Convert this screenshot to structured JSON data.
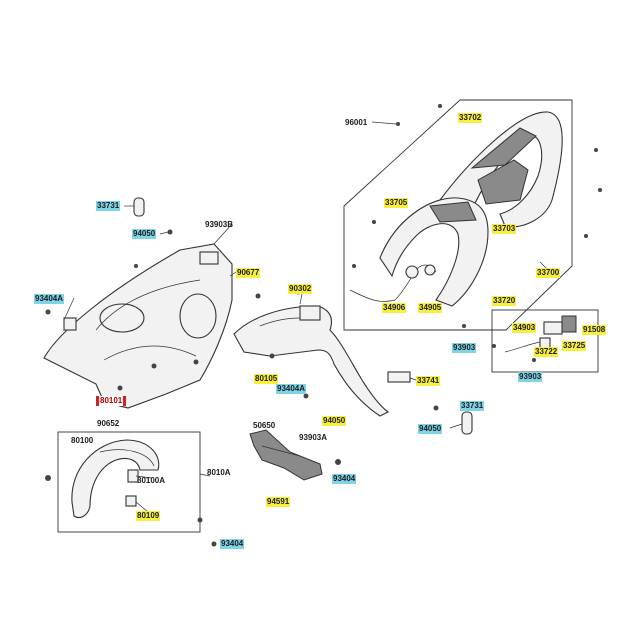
{
  "labels": {
    "l96001": "96001",
    "l33702": "33702",
    "l33731a": "33731",
    "l94050a": "94050",
    "l93903b": "93903B",
    "l33705": "33705",
    "l33703": "33703",
    "l90677": "90677",
    "l33700": "33700",
    "l93404a": "93404A",
    "l90302": "90302",
    "l34906": "34906",
    "l34905": "34905",
    "l33720": "33720",
    "l34903": "34903",
    "l91508": "91508",
    "l93903a": "93903",
    "l33722": "33722",
    "l33725": "33725",
    "l80105": "80105",
    "l93404a2": "93404A",
    "l33741": "33741",
    "l93903b2": "93903",
    "l80101": "80101",
    "l90652": "90652",
    "l94050b": "94050",
    "l33731b": "33731",
    "l94050c": "94050",
    "l80100": "80100",
    "l50650": "50650",
    "l93903a3": "93903A",
    "l8010a": "8010A",
    "l93404b": "93404",
    "l80100a": "80100A",
    "l94591": "94591",
    "l80109": "80109",
    "l93404c": "93404"
  }
}
